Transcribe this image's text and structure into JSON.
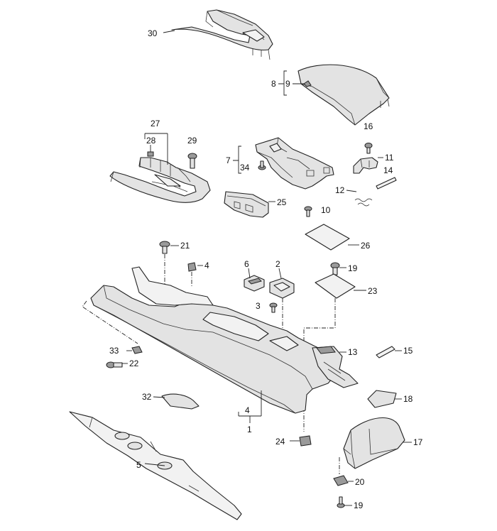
{
  "callouts": [
    {
      "id": "c30",
      "text": "30"
    },
    {
      "id": "c8",
      "text": "8"
    },
    {
      "id": "c9",
      "text": "9"
    },
    {
      "id": "c27",
      "text": "27"
    },
    {
      "id": "c28",
      "text": "28"
    },
    {
      "id": "c29",
      "text": "29"
    },
    {
      "id": "c7",
      "text": "7"
    },
    {
      "id": "c34",
      "text": "34"
    },
    {
      "id": "c16",
      "text": "16"
    },
    {
      "id": "c11",
      "text": "11"
    },
    {
      "id": "c14",
      "text": "14"
    },
    {
      "id": "c12",
      "text": "12"
    },
    {
      "id": "c25",
      "text": "25"
    },
    {
      "id": "c10",
      "text": "10"
    },
    {
      "id": "c26",
      "text": "26"
    },
    {
      "id": "c21",
      "text": "21"
    },
    {
      "id": "c4a",
      "text": "4"
    },
    {
      "id": "c6",
      "text": "6"
    },
    {
      "id": "c2",
      "text": "2"
    },
    {
      "id": "c19a",
      "text": "19"
    },
    {
      "id": "c23",
      "text": "23"
    },
    {
      "id": "c3",
      "text": "3"
    },
    {
      "id": "c13",
      "text": "13"
    },
    {
      "id": "c15",
      "text": "15"
    },
    {
      "id": "c33",
      "text": "33"
    },
    {
      "id": "c22",
      "text": "22"
    },
    {
      "id": "c18",
      "text": "18"
    },
    {
      "id": "c32",
      "text": "32"
    },
    {
      "id": "c4b",
      "text": "4"
    },
    {
      "id": "c1",
      "text": "1"
    },
    {
      "id": "c24",
      "text": "24"
    },
    {
      "id": "c17",
      "text": "17"
    },
    {
      "id": "c5",
      "text": "5"
    },
    {
      "id": "c20",
      "text": "20"
    },
    {
      "id": "c19b",
      "text": "19"
    }
  ]
}
